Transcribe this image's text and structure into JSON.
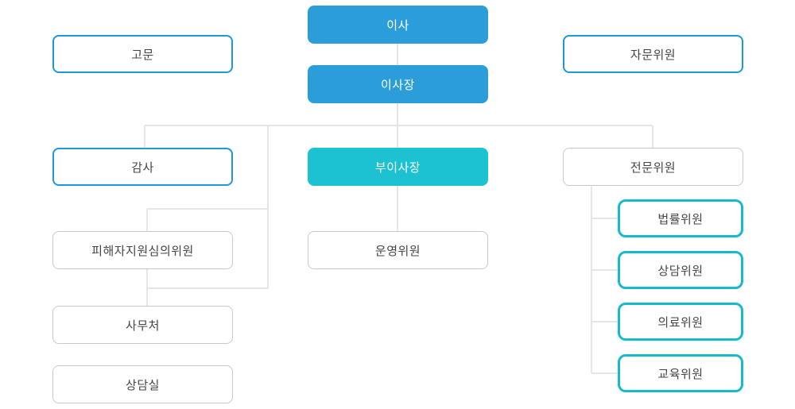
{
  "org_chart": {
    "nodes": {
      "director": {
        "label": "이사"
      },
      "chairman": {
        "label": "이사장"
      },
      "advisor": {
        "label": "고문"
      },
      "advisory_committee": {
        "label": "자문위원"
      },
      "auditor": {
        "label": "감사"
      },
      "vice_chairman": {
        "label": "부이사장"
      },
      "expert_committee": {
        "label": "전문위원"
      },
      "victim_support_committee": {
        "label": "피해자지원심의위원"
      },
      "steering_committee": {
        "label": "운영위원"
      },
      "secretariat": {
        "label": "사무처"
      },
      "counseling_office": {
        "label": "상담실"
      },
      "legal_committee": {
        "label": "법률위원"
      },
      "counseling_committee": {
        "label": "상담위원"
      },
      "medical_committee": {
        "label": "의료위원"
      },
      "education_committee": {
        "label": "교육위원"
      }
    },
    "colors": {
      "blue_fill": "#2B9DD8",
      "teal_fill": "#1DC2D2",
      "blue_border": "#1E98D9",
      "teal_border": "#16BACD",
      "gray_border": "#C5C9CD",
      "connector_line": "#DEDEDE",
      "text_dark": "#444444",
      "text_light": "#FFFFFF"
    }
  }
}
